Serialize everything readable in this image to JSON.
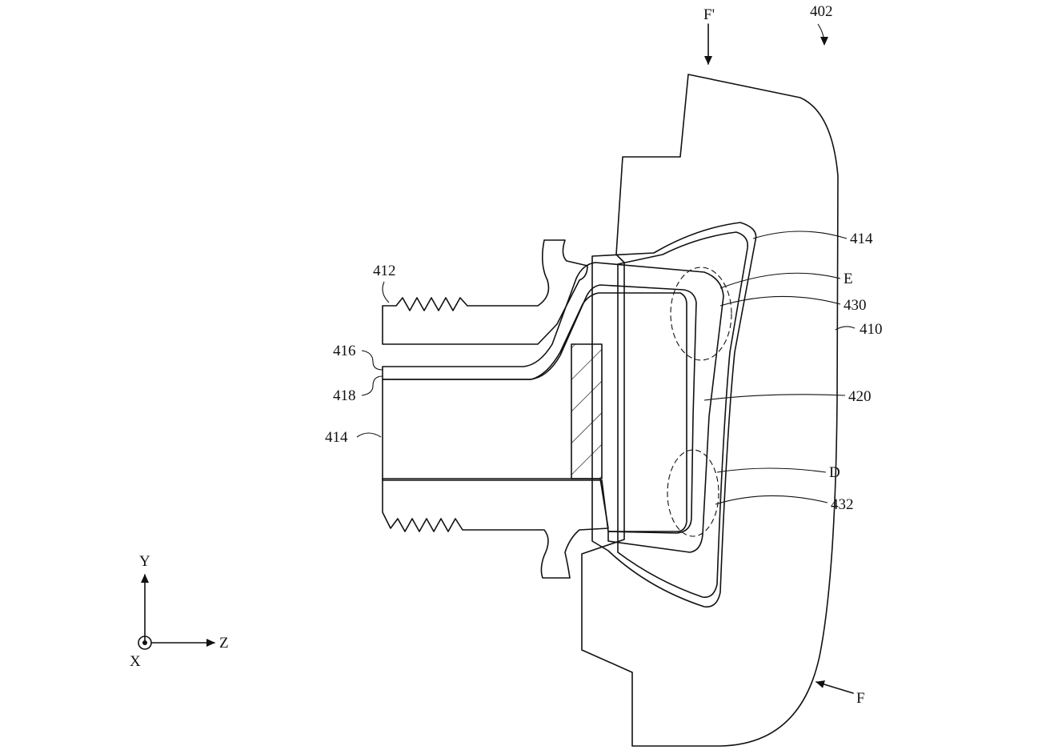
{
  "figure": {
    "labels": {
      "f_prime": "F'",
      "ref_402": "402",
      "ref_412": "412",
      "ref_416": "416",
      "ref_418": "418",
      "ref_414_left": "414",
      "ref_414_right": "414",
      "ref_e": "E",
      "ref_430": "430",
      "ref_410": "410",
      "ref_420": "420",
      "ref_d": "D",
      "ref_432": "432",
      "f": "F"
    },
    "axes": {
      "y": "Y",
      "z": "Z",
      "x": "X"
    }
  },
  "colors": {
    "ink": "#111111",
    "background": "#ffffff"
  }
}
